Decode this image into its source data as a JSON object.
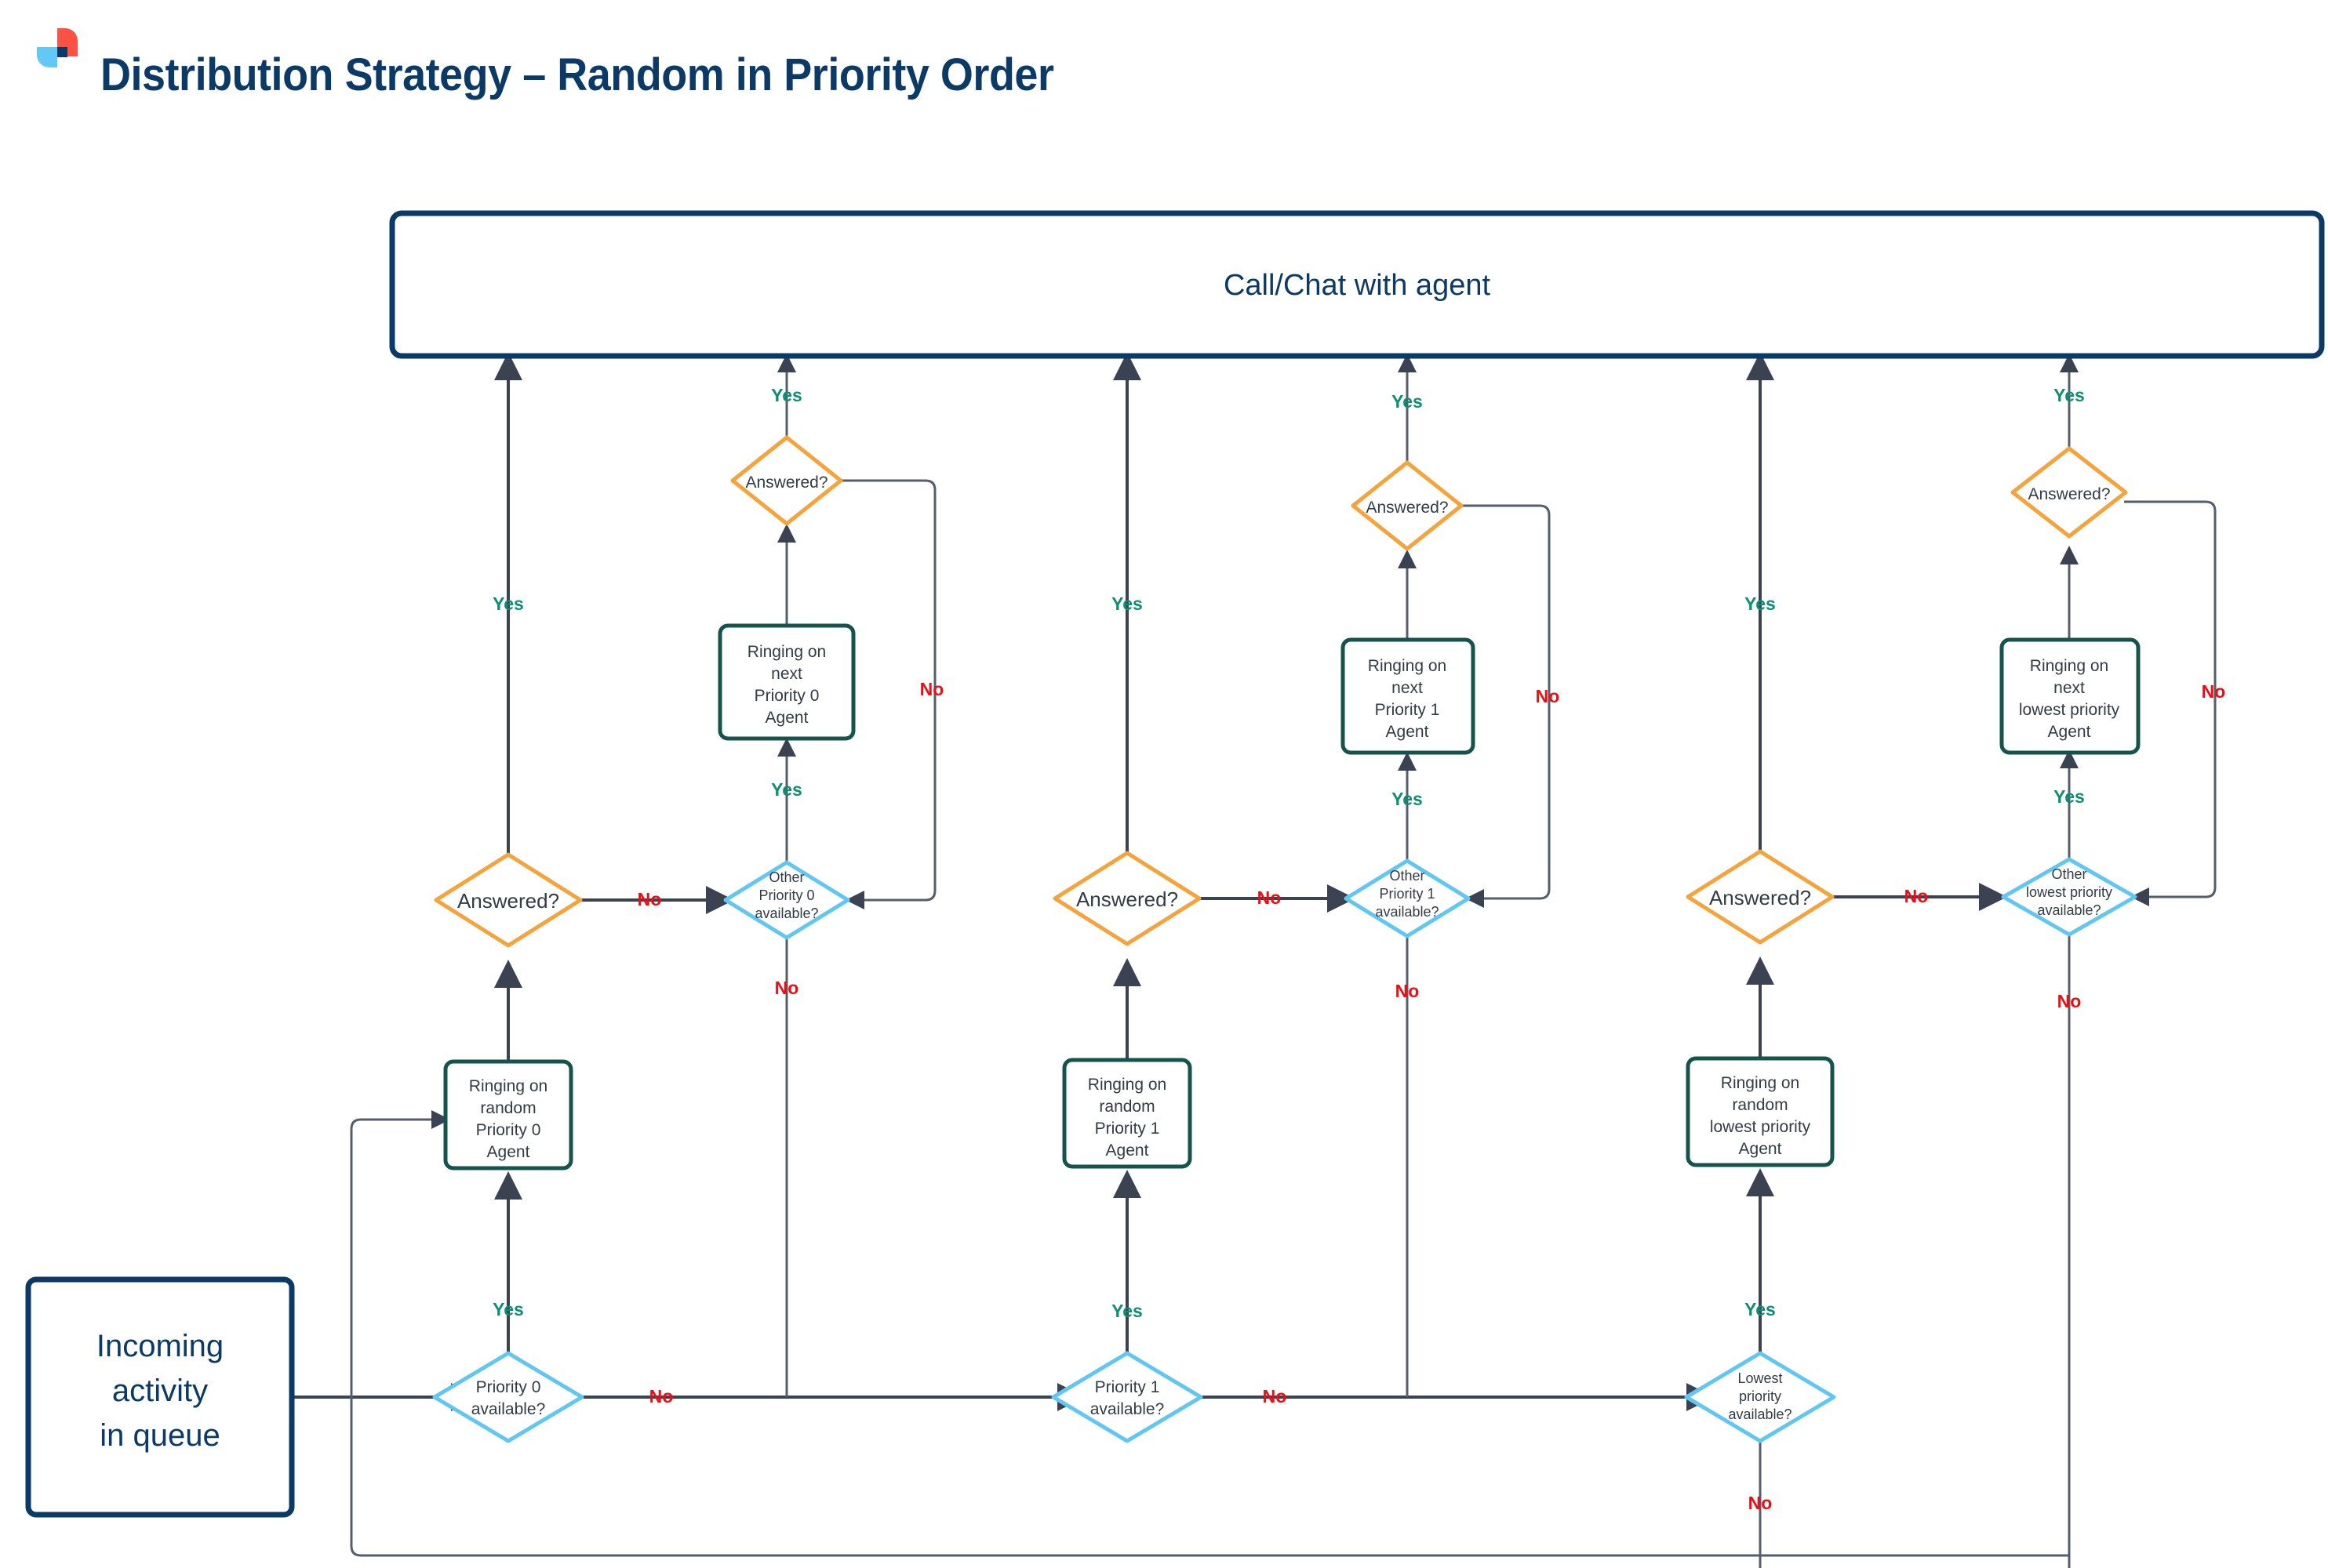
{
  "header": {
    "title": "Distribution Strategy – Random in Priority Order",
    "logo_name": "brand-logo",
    "title_color": "#0b3a66"
  },
  "palette": {
    "navy": "#0b3a66",
    "teal": "#14544c",
    "orange": "#f5a33c",
    "light_blue": "#61c7f2",
    "yes_green": "#0c8f72",
    "no_red": "#ef0c12",
    "edge_gray": "#3b4252",
    "logo_red": "#fb5244",
    "logo_blue": "#62c8f5",
    "logo_navy": "#0b3a66"
  },
  "nodes": {
    "terminator": {
      "label_lines": [
        "Call/Chat with agent"
      ]
    },
    "start": {
      "label_lines": [
        "Incoming",
        "activity",
        "in queue"
      ]
    },
    "p0": {
      "available": {
        "label_lines": [
          "Priority 0",
          "available?"
        ]
      },
      "ringing_random": {
        "label_lines": [
          "Ringing on",
          "random",
          "Priority 0",
          "Agent"
        ]
      },
      "answered_first": {
        "label_lines": [
          "Answered?"
        ]
      },
      "other_available": {
        "label_lines": [
          "Other",
          "Priority 0",
          "available?"
        ]
      },
      "ringing_next": {
        "label_lines": [
          "Ringing on",
          "next",
          "Priority 0",
          "Agent"
        ]
      },
      "answered_second": {
        "label_lines": [
          "Answered?"
        ]
      }
    },
    "p1": {
      "available": {
        "label_lines": [
          "Priority 1",
          "available?"
        ]
      },
      "ringing_random": {
        "label_lines": [
          "Ringing on",
          "random",
          "Priority 1",
          "Agent"
        ]
      },
      "answered_first": {
        "label_lines": [
          "Answered?"
        ]
      },
      "other_available": {
        "label_lines": [
          "Other",
          "Priority 1",
          "available?"
        ]
      },
      "ringing_next": {
        "label_lines": [
          "Ringing on",
          "next",
          "Priority 1",
          "Agent"
        ]
      },
      "answered_second": {
        "label_lines": [
          "Answered?"
        ]
      }
    },
    "plow": {
      "available": {
        "label_lines": [
          "Lowest",
          "priority",
          "available?"
        ]
      },
      "ringing_random": {
        "label_lines": [
          "Ringing on",
          "random",
          "lowest priority",
          "Agent"
        ]
      },
      "answered_first": {
        "label_lines": [
          "Answered?"
        ]
      },
      "other_available": {
        "label_lines": [
          "Other",
          "lowest priority",
          "available?"
        ]
      },
      "ringing_next": {
        "label_lines": [
          "Ringing on",
          "next",
          "lowest priority",
          "Agent"
        ]
      },
      "answered_second": {
        "label_lines": [
          "Answered?"
        ]
      }
    }
  },
  "edge_labels": {
    "yes": "Yes",
    "no": "No"
  }
}
